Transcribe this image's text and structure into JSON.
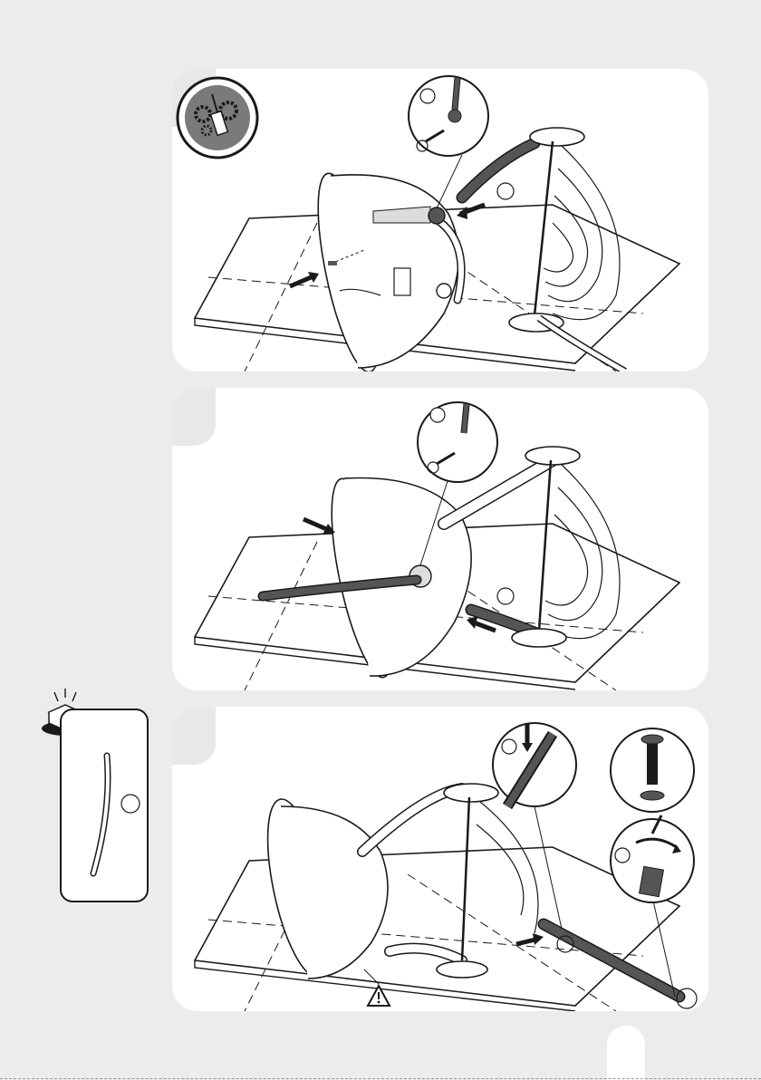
{
  "document": {
    "type": "assembly-instructions",
    "background_color": "#ececec",
    "panel_color": "#ffffff",
    "line_color": "#1a1a1a",
    "tube_color": "#555555"
  },
  "tools_badge": {
    "icon": "screwdriver-gears-icon"
  },
  "steps": [
    {
      "callouts": [
        "detail-screw-washer",
        "tube-insert-arrow"
      ]
    },
    {
      "callouts": [
        "detail-screw-washer",
        "tube-insert-arrow"
      ]
    },
    {
      "callouts": [
        "detail-cable-push",
        "detail-screw-washer-stack",
        "detail-screw-turn",
        "warning-triangle"
      ]
    }
  ],
  "parts_box": {
    "icon": "open-box-icon",
    "part": "flexible-tube"
  },
  "page_number": ""
}
